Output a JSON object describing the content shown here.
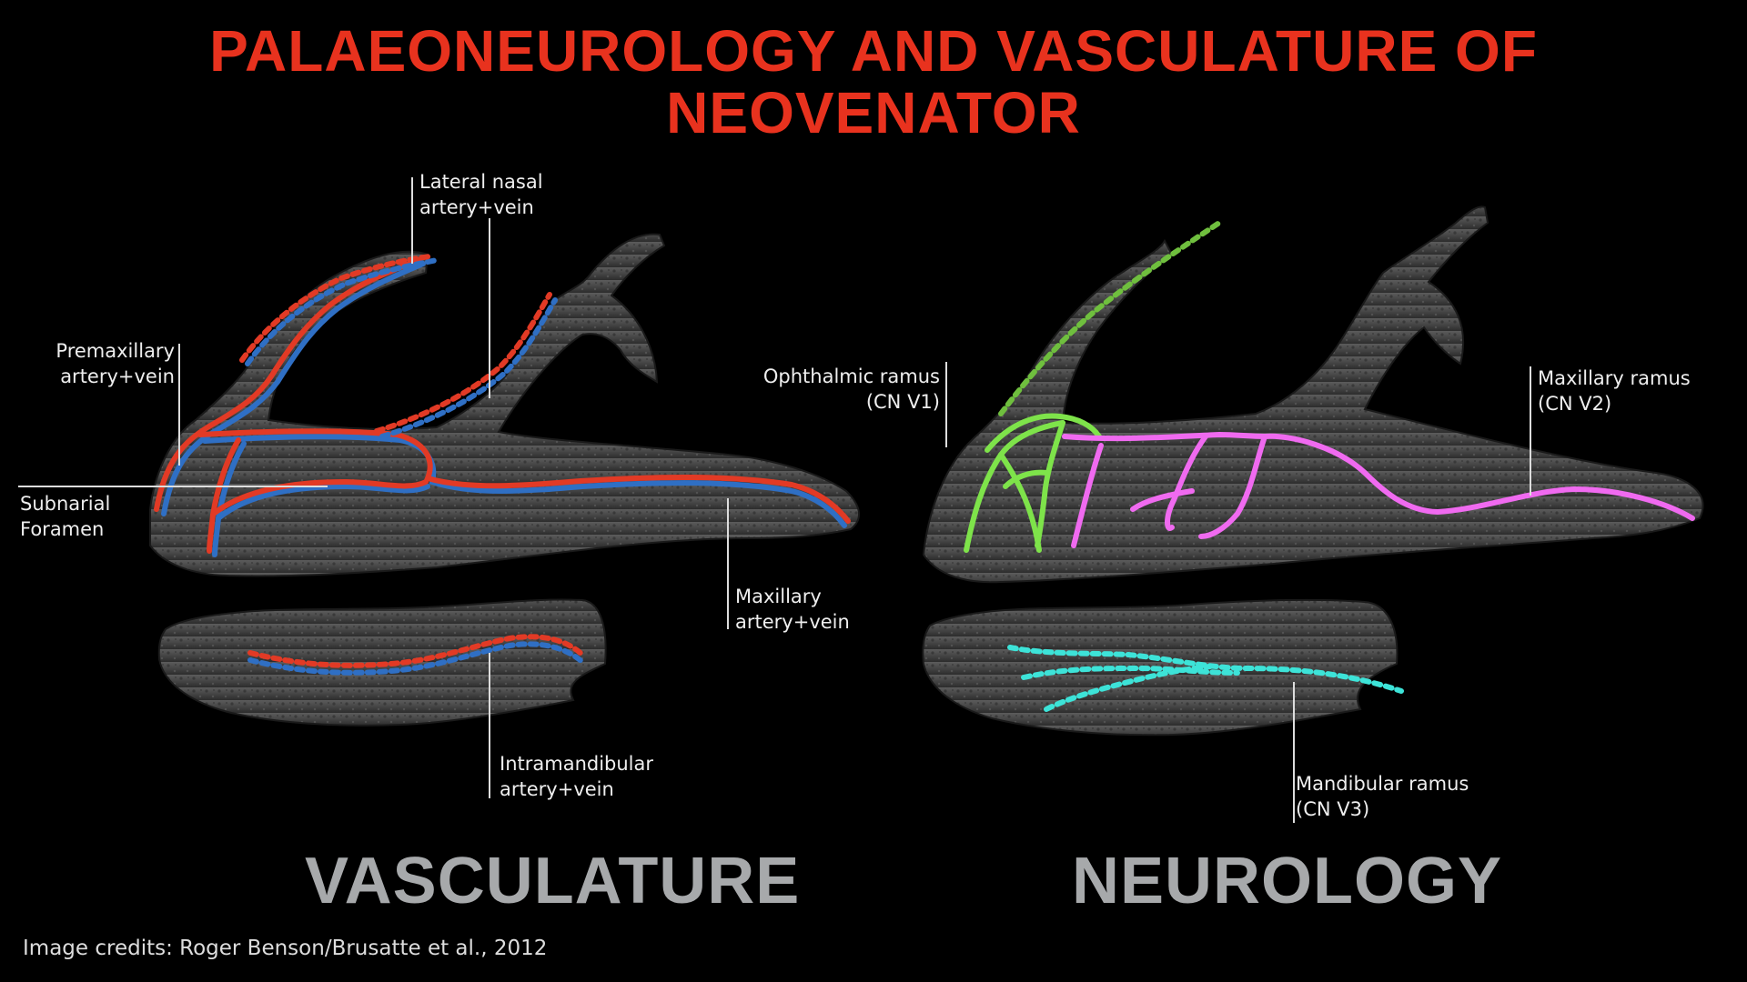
{
  "title": {
    "line1": "PALAEONEUROLOGY AND VASCULATURE OF",
    "line2": "NEOVENATOR"
  },
  "vasculature": {
    "heading": "VASCULATURE",
    "labels": {
      "lateral_nasal": {
        "line1": "Lateral nasal",
        "line2": "artery+vein"
      },
      "premaxillary": {
        "line1": "Premaxillary",
        "line2": "artery+vein"
      },
      "subnarial": {
        "line1": "Subnarial",
        "line2": "Foramen"
      },
      "maxillary": {
        "line1": "Maxillary",
        "line2": "artery+vein"
      },
      "intramandibular": {
        "line1": "Intramandibular",
        "line2": "artery+vein"
      }
    }
  },
  "neurology": {
    "heading": "NEUROLOGY",
    "labels": {
      "ophthalmic": {
        "line1": "Ophthalmic ramus",
        "line2": "(CN V1)"
      },
      "maxillary_ramus": {
        "line1": "Maxillary ramus",
        "line2": "(CN V2)"
      },
      "mandibular": {
        "line1": "Mandibular ramus",
        "line2": "(CN V3)"
      }
    }
  },
  "credits": "Image credits: Roger Benson/Brusatte et al., 2012",
  "colors": {
    "title": "#e8321e",
    "artery": "#e23a25",
    "vein": "#2f6fc4",
    "ophthalmic": "#7ee34a",
    "maxillary_nerve": "#f06af0",
    "mandibular_nerve": "#3de3d8",
    "bone": "#4a4a4a",
    "heading": "#a7a9ab"
  }
}
